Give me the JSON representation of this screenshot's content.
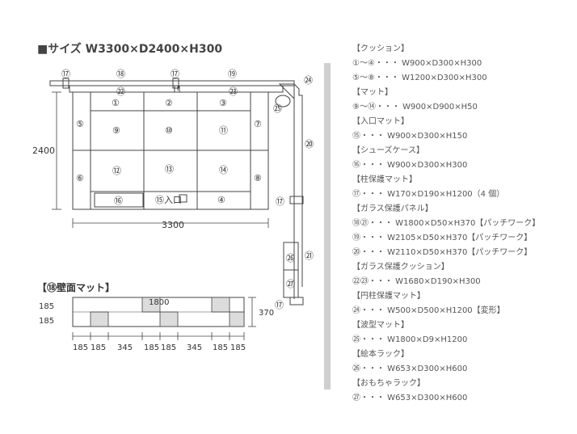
{
  "title": "■サイズ W3300×D2400×H300",
  "plan": {
    "depth_label": "2400",
    "width_label": "3300",
    "entrance_label": "⑮入口",
    "top_numbers": [
      "⑰",
      "⑱",
      "⑰",
      "⑲"
    ],
    "under_top_numbers": [
      "㉒",
      "㉓"
    ],
    "mats": [
      "①",
      "②",
      "③",
      "④",
      "⑤",
      "⑥",
      "⑦",
      "⑧",
      "⑨",
      "⑩",
      "⑪",
      "⑫",
      "⑬",
      "⑭",
      "⑯"
    ],
    "right_numbers": [
      "㉔",
      "㉕",
      "⑳",
      "⑰",
      "㉖",
      "㉑",
      "㉗",
      "⑰"
    ]
  },
  "wall_mat": {
    "title": "【⑱壁面マット】",
    "width": "1800",
    "height_total": "370",
    "height_parts": [
      "185",
      "185"
    ],
    "segments": [
      "185",
      "185",
      "345",
      "185",
      "185",
      "345",
      "185",
      "185"
    ]
  },
  "spec_list": [
    "【クッション】",
    "①〜④・・・ W900×D300×H300",
    "⑤〜⑧・・・ W1200×D300×H300",
    "【マット】",
    "⑨〜⑭・・・ W900×D900×H50",
    "【入口マット】",
    "⑮・・・ W900×D300×H150",
    "【シューズケース】",
    "⑯・・・ W900×D300×H300",
    "【柱保護マット】",
    "⑰・・・ W170×D190×H1200（4 個）",
    "【ガラス保護パネル】",
    "⑱㉑・・・ W1800×D50×H370【パッチワーク】",
    "⑲・・・ W2105×D50×H370【パッチワーク】",
    "⑳・・・ W2110×D50×H370【パッチワーク】",
    "【ガラス保護クッション】",
    "㉒㉓・・・ W1680×D190×H300",
    "【円柱保護マット】",
    "㉔・・・ W500×D500×H1200【変形】",
    "【波型マット】",
    "㉕・・・ W1800×D9×H1200",
    "【絵本ラック】",
    "㉖・・・ W653×D300×H600",
    "【おもちゃラック】",
    "㉗・・・ W653×D300×H600"
  ]
}
